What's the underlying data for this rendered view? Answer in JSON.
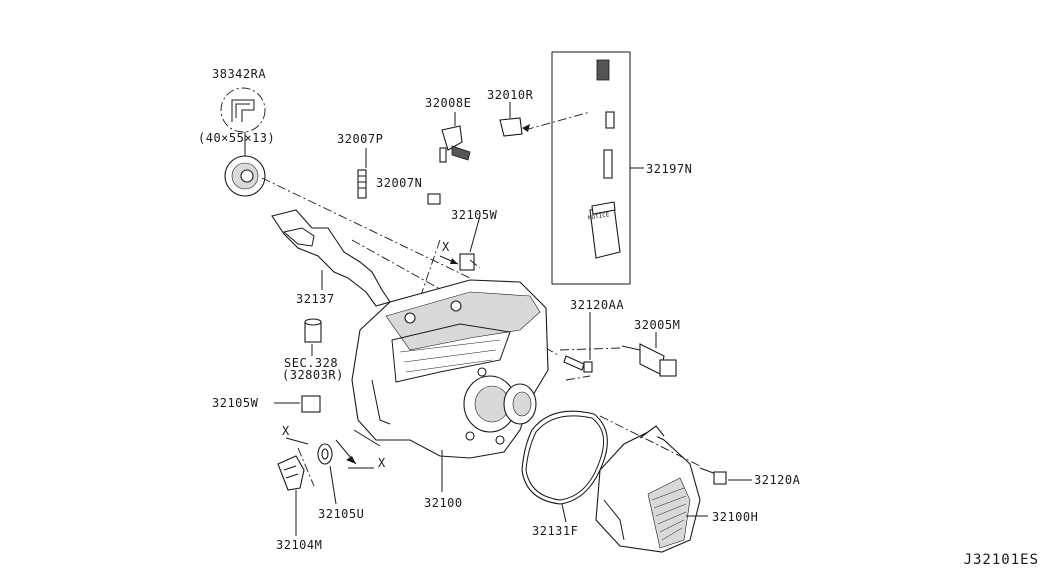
{
  "labels": {
    "p38342RA": "38342RA",
    "size": "(40×55×13)",
    "p32007P": "32007P",
    "p32008E": "32008E",
    "p32010R": "32010R",
    "p32197N": "32197N",
    "p32007N": "32007N",
    "p32105W_top": "32105W",
    "p32137": "32137",
    "p32120AA": "32120AA",
    "p32005M": "32005M",
    "sec328": "SEC.328",
    "p32803R": "(32803R)",
    "p32105W_left": "32105W",
    "x1": "X",
    "x2": "X",
    "x3": "X",
    "p32105U": "32105U",
    "p32100": "32100",
    "p32131F": "32131F",
    "p32100H": "32100H",
    "p32120A": "32120A",
    "p32104M": "32104M",
    "notice": "NOTICE",
    "diagram_code": "J32101ES"
  }
}
